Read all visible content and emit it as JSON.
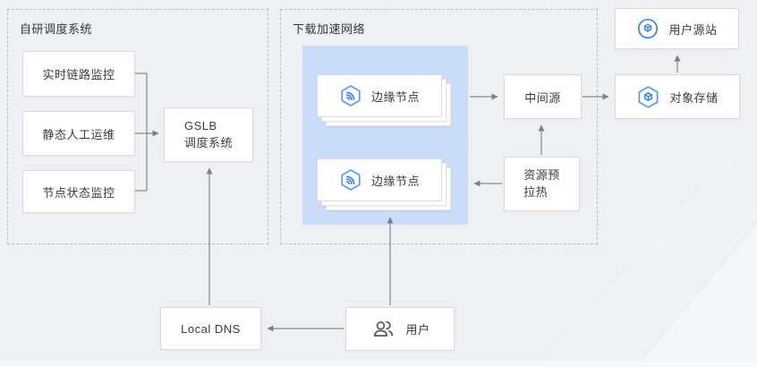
{
  "colors": {
    "background": "#eef0f3",
    "highlight_zone": "#c9dcf8",
    "icon_blue": "#3b82f0",
    "icon_blue_light": "#5b9cf5",
    "arrow_gray": "#83868e",
    "panel_dash": "#b9bdc5",
    "text": "#383c42"
  },
  "left_panel": {
    "title": "自研调度系统",
    "items": [
      {
        "label": "实时链路监控"
      },
      {
        "label": "静态人工运维"
      },
      {
        "label": "节点状态监控"
      }
    ],
    "gslb": {
      "line1": "GSLB",
      "line2": "调度系统"
    }
  },
  "network_panel": {
    "title": "下载加速网络",
    "edge_node_top": {
      "label": "边缘节点"
    },
    "edge_node_bottom": {
      "label": "边缘节点"
    },
    "mid_source": {
      "label": "中间源"
    },
    "prewarm": {
      "line1": "资源预",
      "line2": "拉热"
    }
  },
  "right_column": {
    "user_origin": {
      "label": "用户源站"
    },
    "object_storage": {
      "label": "对象存储"
    }
  },
  "bottom_row": {
    "local_dns": {
      "label": "Local DNS"
    },
    "user": {
      "label": "用户"
    }
  },
  "icons": {
    "edge_node": "hexagon-signal-icon",
    "object_storage": "hexagon-cube-icon",
    "user_origin": "circle-cube-icon",
    "user": "users-icon"
  }
}
